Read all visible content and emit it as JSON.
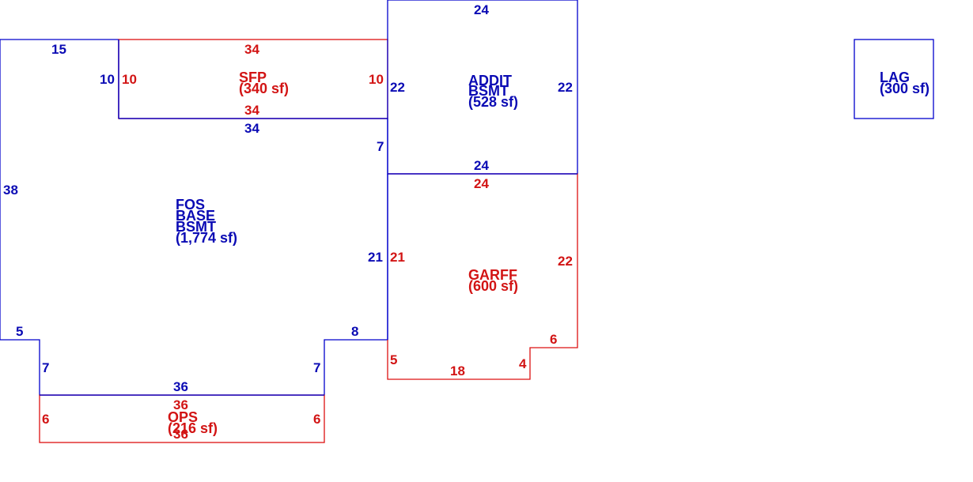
{
  "colors": {
    "blue": "#0000cc",
    "red": "#dd1111"
  },
  "areas": {
    "main": {
      "lines": [
        "FOS",
        "BASE",
        "BSMT",
        "(1,774 sf)"
      ]
    },
    "sfp": {
      "lines": [
        "SFP",
        "(340 sf)"
      ]
    },
    "addit": {
      "lines": [
        "ADDIT",
        "BSMT",
        "(528 sf)"
      ]
    },
    "garage": {
      "lines": [
        "GARFF",
        "(600 sf)"
      ]
    },
    "porch": {
      "lines": [
        "OPS",
        "(216 sf)"
      ]
    },
    "lag": {
      "lines": [
        "LAG",
        "(300 sf)"
      ]
    }
  },
  "dimensions": {
    "main_top_left": "15",
    "main_left": "38",
    "main_bottom_left_step": "5",
    "main_lower_left": "7",
    "main_bottom": "36",
    "main_lower_right": "7",
    "main_bottom_right_step": "8",
    "main_right_lower": "21",
    "main_right_upper": "7",
    "main_notch_left": "10",
    "main_notch_bottom": "34",
    "sfp_top": "34",
    "sfp_left": "10",
    "sfp_right": "10",
    "sfp_bottom": "34",
    "addit_top": "24",
    "addit_left": "22",
    "addit_right": "22",
    "addit_bottom": "24",
    "garage_top": "24",
    "garage_left": "21",
    "garage_right": "22",
    "garage_step_top": "6",
    "garage_step_side": "4",
    "garage_bottom": "18",
    "garage_lower_left": "5",
    "porch_top": "36",
    "porch_left": "6",
    "porch_right": "6",
    "porch_bottom": "36"
  }
}
